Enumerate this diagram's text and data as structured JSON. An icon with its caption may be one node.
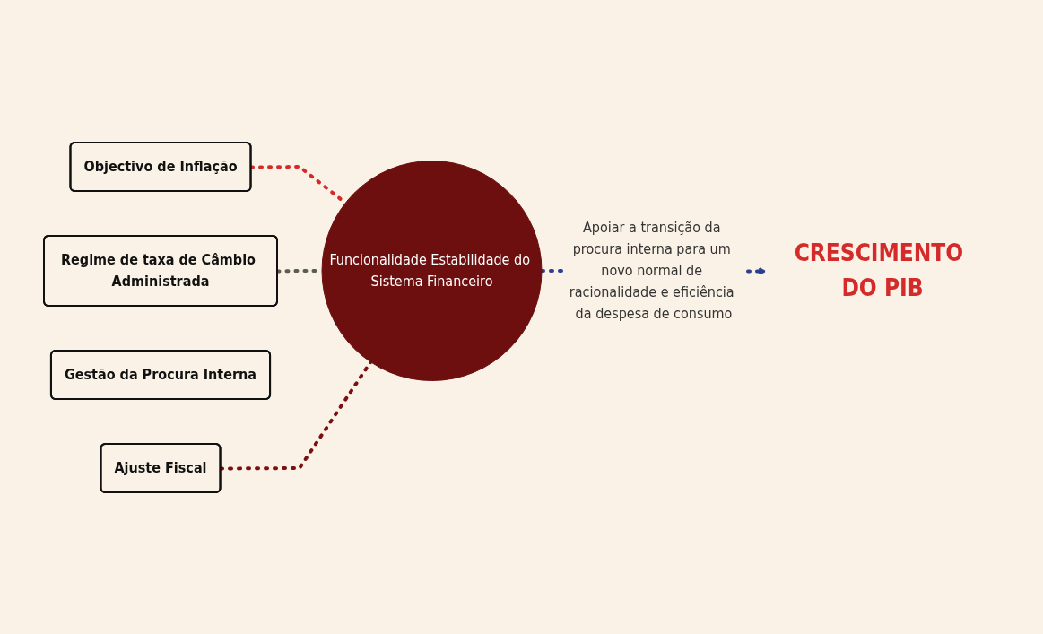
{
  "diagram": {
    "nodes": [
      {
        "text": [
          "Objectivo de Inflação"
        ]
      },
      {
        "text": [
          "Regime de taxa de Câmbio Administrada"
        ]
      },
      {
        "text": [
          "Funcionalidade Estabilidade do Sistema Financeiro"
        ]
      },
      {
        "text": [
          "Gestão da Procura Interna"
        ]
      },
      {
        "text": [
          "Ajuste Fiscal"
        ]
      },
      {
        "text": [
          "CRESCIMENTO DO PIB"
        ]
      }
    ],
    "edges": [
      {
        "from": 0,
        "to": 2,
        "arrow": "none",
        "style": "dashed",
        "color": "#d42a2a"
      },
      {
        "from": 1,
        "to": 2,
        "arrow": "none",
        "style": "dashed",
        "color": "#5a5e4a"
      },
      {
        "from": 4,
        "to": 2,
        "arrow": "none",
        "style": "dashed",
        "color": "#7a1010"
      },
      {
        "from": 2,
        "to": 5,
        "arrow": "to",
        "style": "dashed",
        "color": "#2a3f8f",
        "label": "Apoiar a transição da procura interna para um novo normal de racionalidade e eficiência da despesa de consumo"
      }
    ]
  }
}
